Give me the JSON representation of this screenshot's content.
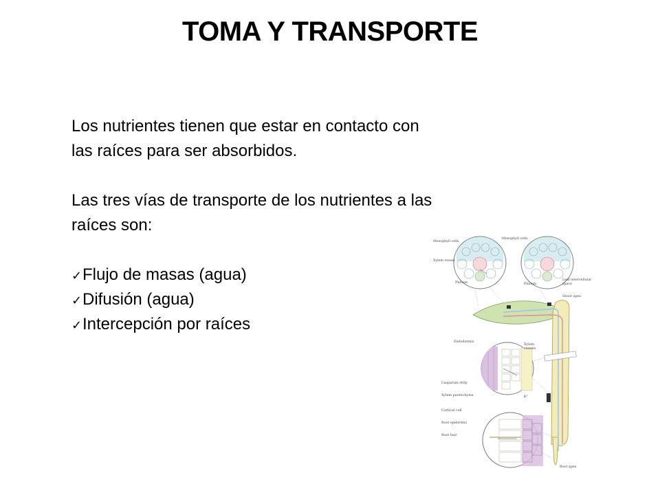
{
  "slide": {
    "title": "TOMA Y TRANSPORTE",
    "paragraph_1": {
      "line_1": "Los nutrientes tienen que estar en contacto con",
      "line_2": "las raíces para ser absorbidos."
    },
    "paragraph_2": {
      "line_1": "Las tres vías de transporte de los nutrientes a las",
      "line_2": "raíces son:"
    },
    "bullets": [
      "Flujo de masas (agua)",
      "Difusión (agua)",
      "Intercepción por raíces"
    ],
    "bullet_icon": "check-mark-icon"
  },
  "figure": {
    "labels": {
      "mesophyll_left": "Mesophyll cells",
      "mesophyll_right": "Mesophyll cells",
      "xylem_vessel_top": "Xylem vessel",
      "phloem_left": "Phloem",
      "phloem_right": "Phloem",
      "leaf_space_1": "Leaf intercellular",
      "leaf_space_2": "space",
      "shoot_apex": "Shoot apex",
      "endodermis": "Endodermis",
      "xylem_vessel_1": "Xylem",
      "xylem_vessel_2": "vessels",
      "casparian_strip": "Casparian strip",
      "xylem_parenchyma": "Xylem parenchyma",
      "cortical_cell": "Cortical cell",
      "root_epidermis": "Root epidermis",
      "root_hair": "Root hair",
      "root_apex": "Root apex",
      "ion": "K⁺"
    },
    "colors": {
      "leaf": "#cfe3b0",
      "stem": "#f2edb8",
      "endodermis": "#d9bfe0",
      "xylem_flow": "#9ec3e6",
      "phloem_flow": "#e58a9a"
    }
  }
}
